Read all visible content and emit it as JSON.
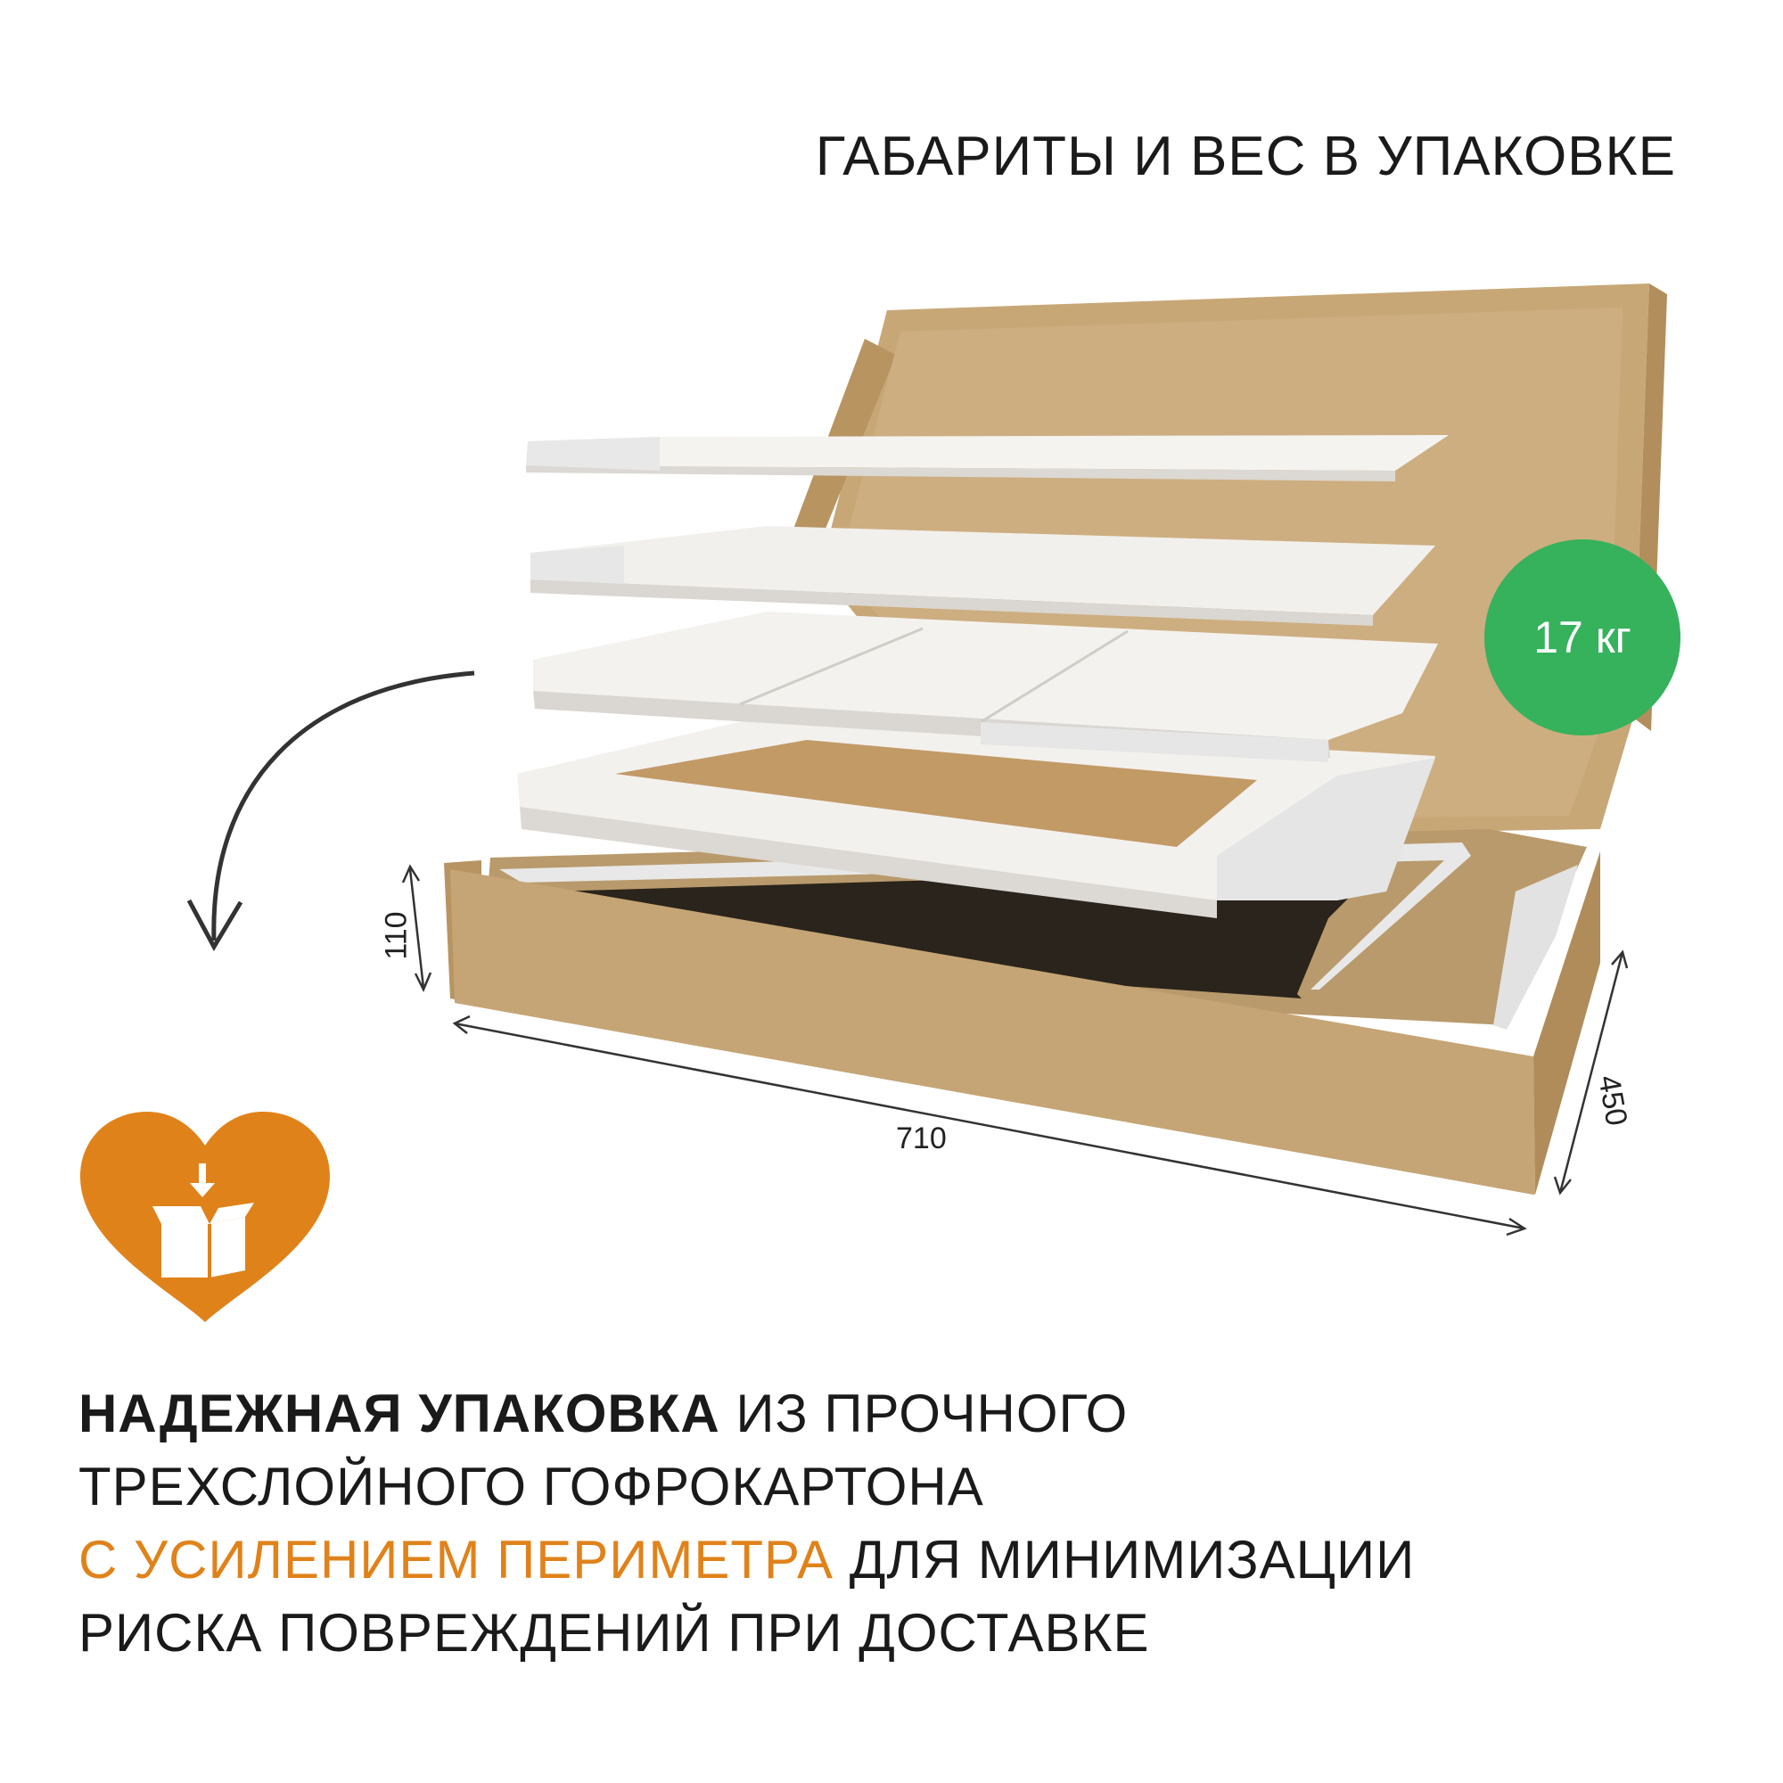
{
  "header": {
    "title": "ГАБАРИТЫ И ВЕС В УПАКОВКЕ"
  },
  "badge": {
    "weight": "17 кг",
    "color": "#36b15c"
  },
  "dimensions": {
    "height": "110",
    "length": "710",
    "depth": "450"
  },
  "icon": {
    "name": "package-heart-icon",
    "color": "#e0821a"
  },
  "description": {
    "line1_bold": "НАДЕЖНАЯ УПАКОВКА",
    "line1_rest": " ИЗ ПРОЧНОГО",
    "line2": "ТРЕХСЛОЙНОГО ГОФРОКАРТОНА",
    "line3_accent": "С УСИЛЕНИЕМ ПЕРИМЕТРА",
    "line3_rest": " ДЛЯ МИНИМИЗАЦИИ",
    "line4": "РИСКА ПОВРЕЖДЕНИЙ ПРИ ДОСТАВКЕ"
  }
}
